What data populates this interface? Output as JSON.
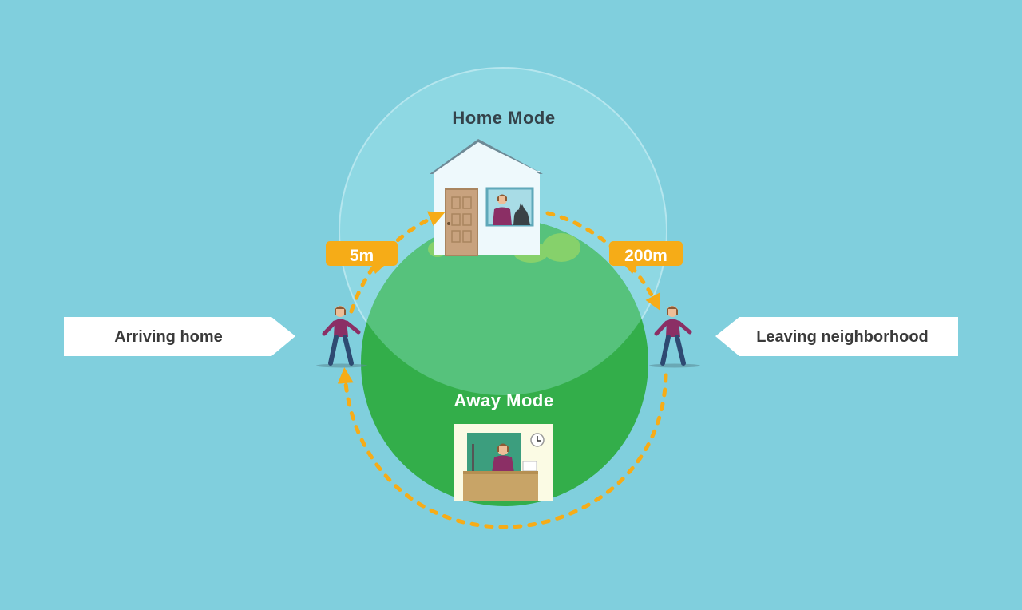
{
  "modes": {
    "home": "Home Mode",
    "away": "Away Mode"
  },
  "callouts": {
    "arriving": "Arriving home",
    "leaving": "Leaving neighborhood"
  },
  "distances": {
    "arrive": "5m",
    "leave": "200m"
  },
  "icons": {
    "house": "house-icon",
    "office": "office-desk-icon",
    "person": "walking-person-icon",
    "dog": "dog-icon",
    "clock": "clock-icon"
  },
  "colors": {
    "background": "#80CFDD",
    "home_zone": "#8ED8E3",
    "away_globe": "#33AE4A",
    "globe_upper": "#55C17A",
    "path": "#F6AC17",
    "callout": "#FFFFFF"
  }
}
